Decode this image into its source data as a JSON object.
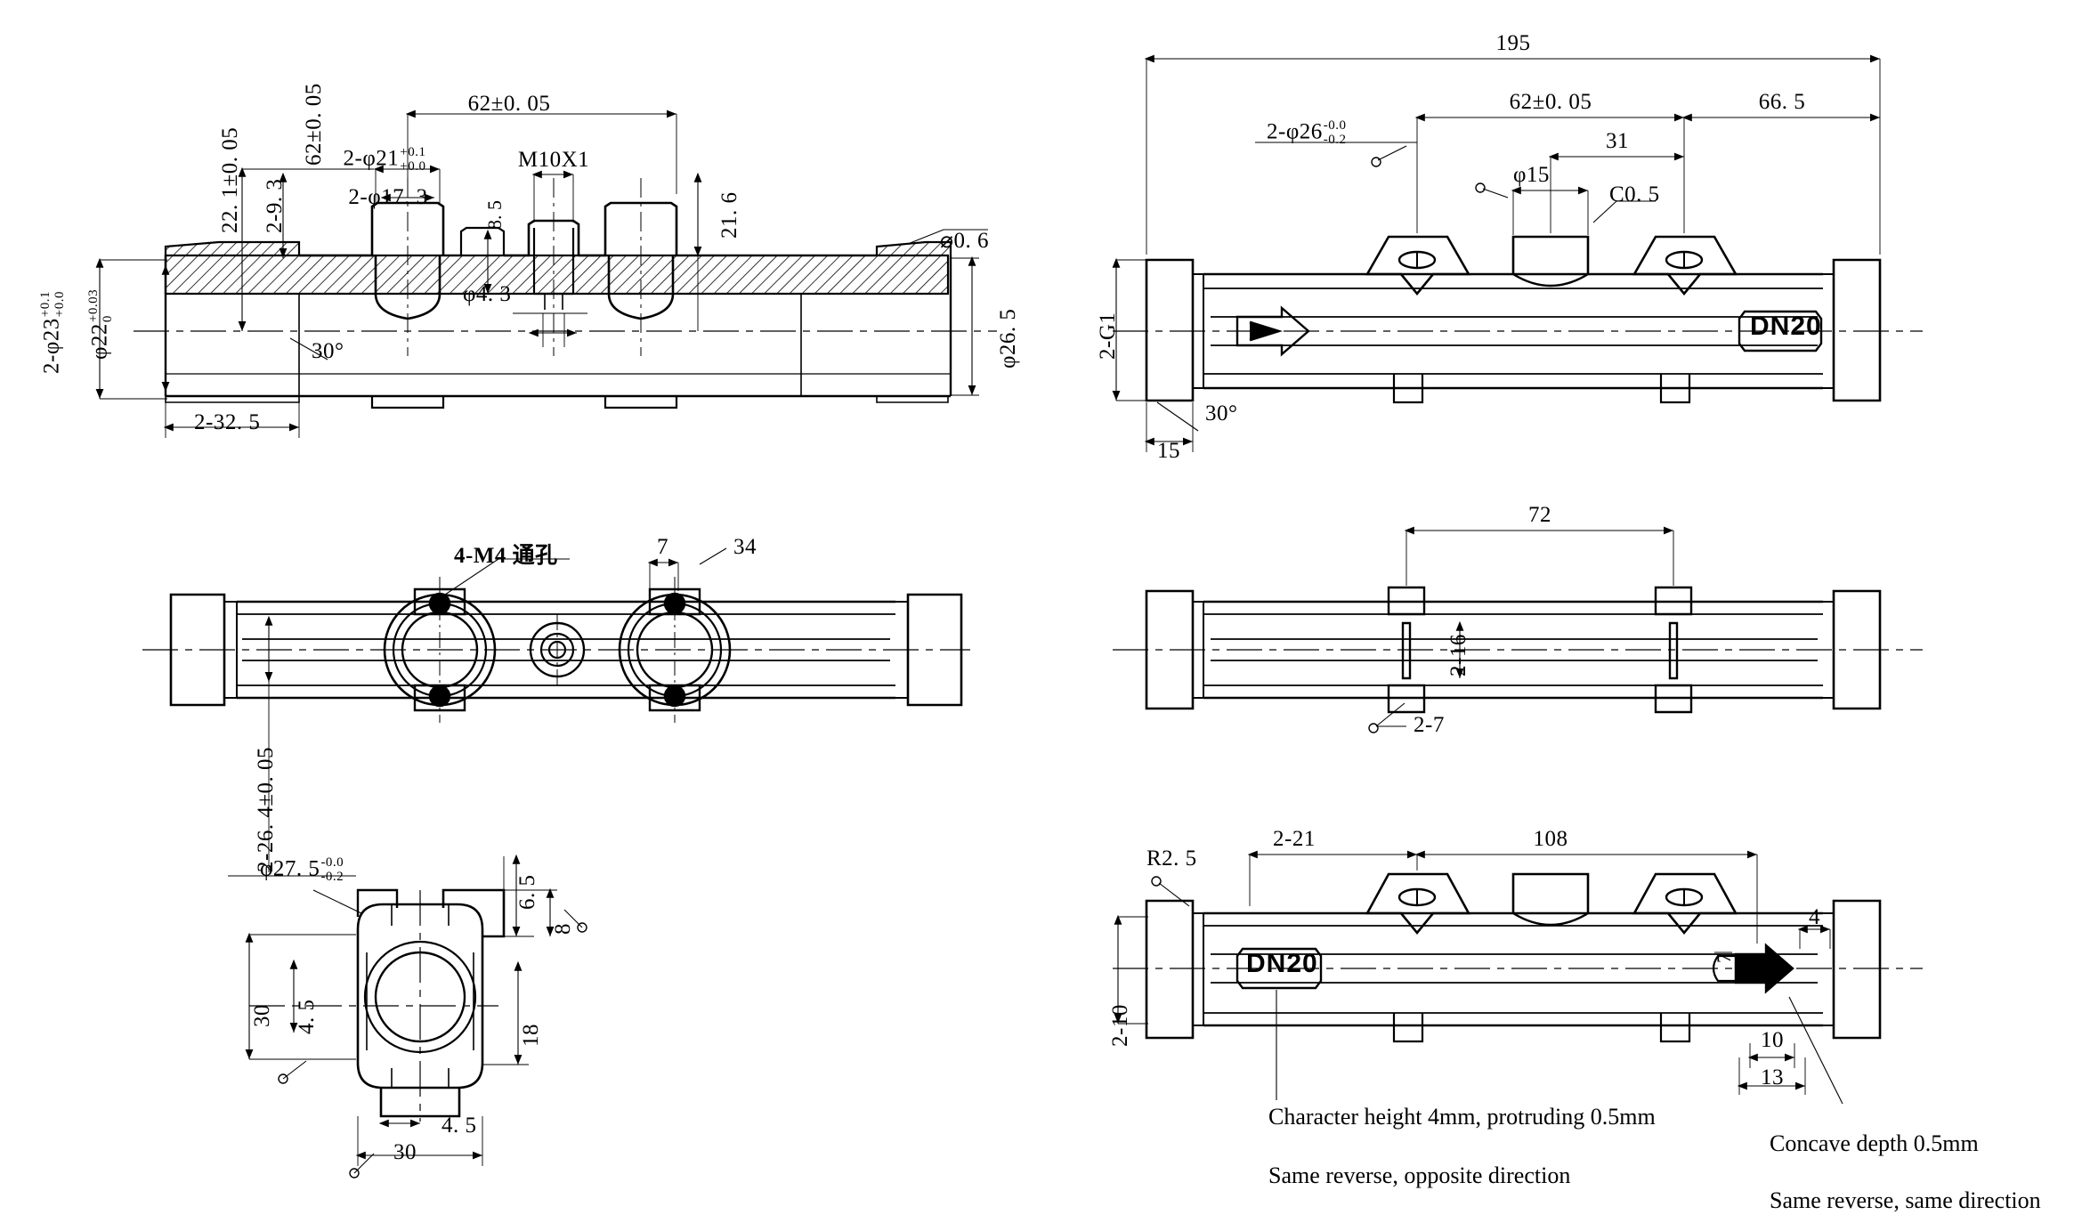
{
  "drawing": {
    "title": "Valve Body Manifold - Multi-View Engineering Drawing",
    "background": "#ffffff",
    "line_color": "#000000"
  },
  "views": {
    "top_left": {
      "name": "Top-Left Sectional View",
      "labels": {
        "h22_1": "22. 1±0. 05",
        "h2_9_3": "2-9. 3",
        "d21": "2-φ21",
        "d21_tol_up": "+0.1",
        "d21_tol_dn": "+0.0",
        "d17_3": "2-φ17. 3",
        "len62": "62±0. 05",
        "m10x1": "M10X1",
        "h21_6": "21. 6",
        "h8_5": "8. 5",
        "d4_3": "φ4. 3",
        "d23": "2-φ23",
        "d23_tol_up": "+0.1",
        "d23_tol_dn": "+0.0",
        "d22": "φ22",
        "d22_tol_up": "+0.03",
        "d22_tol_dn": "0",
        "ang30": "30°",
        "len2_32_5": "2-32. 5",
        "d0_6": "⌀0. 6",
        "d26_5": "φ26. 5"
      }
    },
    "top_right": {
      "name": "Top-Right Outline View",
      "labels": {
        "len195": "195",
        "len62": "62±0. 05",
        "len31": "31",
        "len66_5": "66. 5",
        "d26": "2-φ26",
        "d26_tol_up": "-0.0",
        "d26_tol_dn": "-0.2",
        "d15": "φ15",
        "c0_5": "C0. 5",
        "g1": "2-G1",
        "ang30": "30°",
        "len15": "15",
        "dn20": "DN20"
      }
    },
    "middle_left": {
      "name": "Middle-Left Plan View",
      "labels": {
        "m4": "4-M4 通孔",
        "len7": "7",
        "len34": "34",
        "len26_4": "2-26. 4±0. 05"
      }
    },
    "middle_right": {
      "name": "Middle-Right Plan View",
      "labels": {
        "len72": "72",
        "len2_16": "2-16",
        "len2_7": "2-7"
      }
    },
    "bottom_left": {
      "name": "Bottom-Left Cross-Section View",
      "labels": {
        "d27_5": "φ27. 5",
        "d27_5_tol_up": "-0.0",
        "d27_5_tol_dn": "-0.2",
        "h6_5": "6. 5",
        "h8": "8",
        "h30_left": "30",
        "h4_5_left": "4. 5",
        "h18": "18",
        "w4_5": "4. 5",
        "w30": "30"
      }
    },
    "bottom_right": {
      "name": "Bottom-Right Outline View",
      "labels": {
        "r2_5": "R2. 5",
        "len2_21": "2-21",
        "len108": "108",
        "len2_10": "2-10",
        "len4": "4",
        "len7": "7",
        "len10": "10",
        "len13": "13",
        "dn20": "DN20"
      }
    }
  },
  "notes": {
    "char_height": "Character height 4mm, protruding 0.5mm",
    "same_reverse_opposite": "Same reverse, opposite direction",
    "concave_depth": "Concave depth 0.5mm",
    "same_reverse_same": "Same reverse, same direction"
  }
}
